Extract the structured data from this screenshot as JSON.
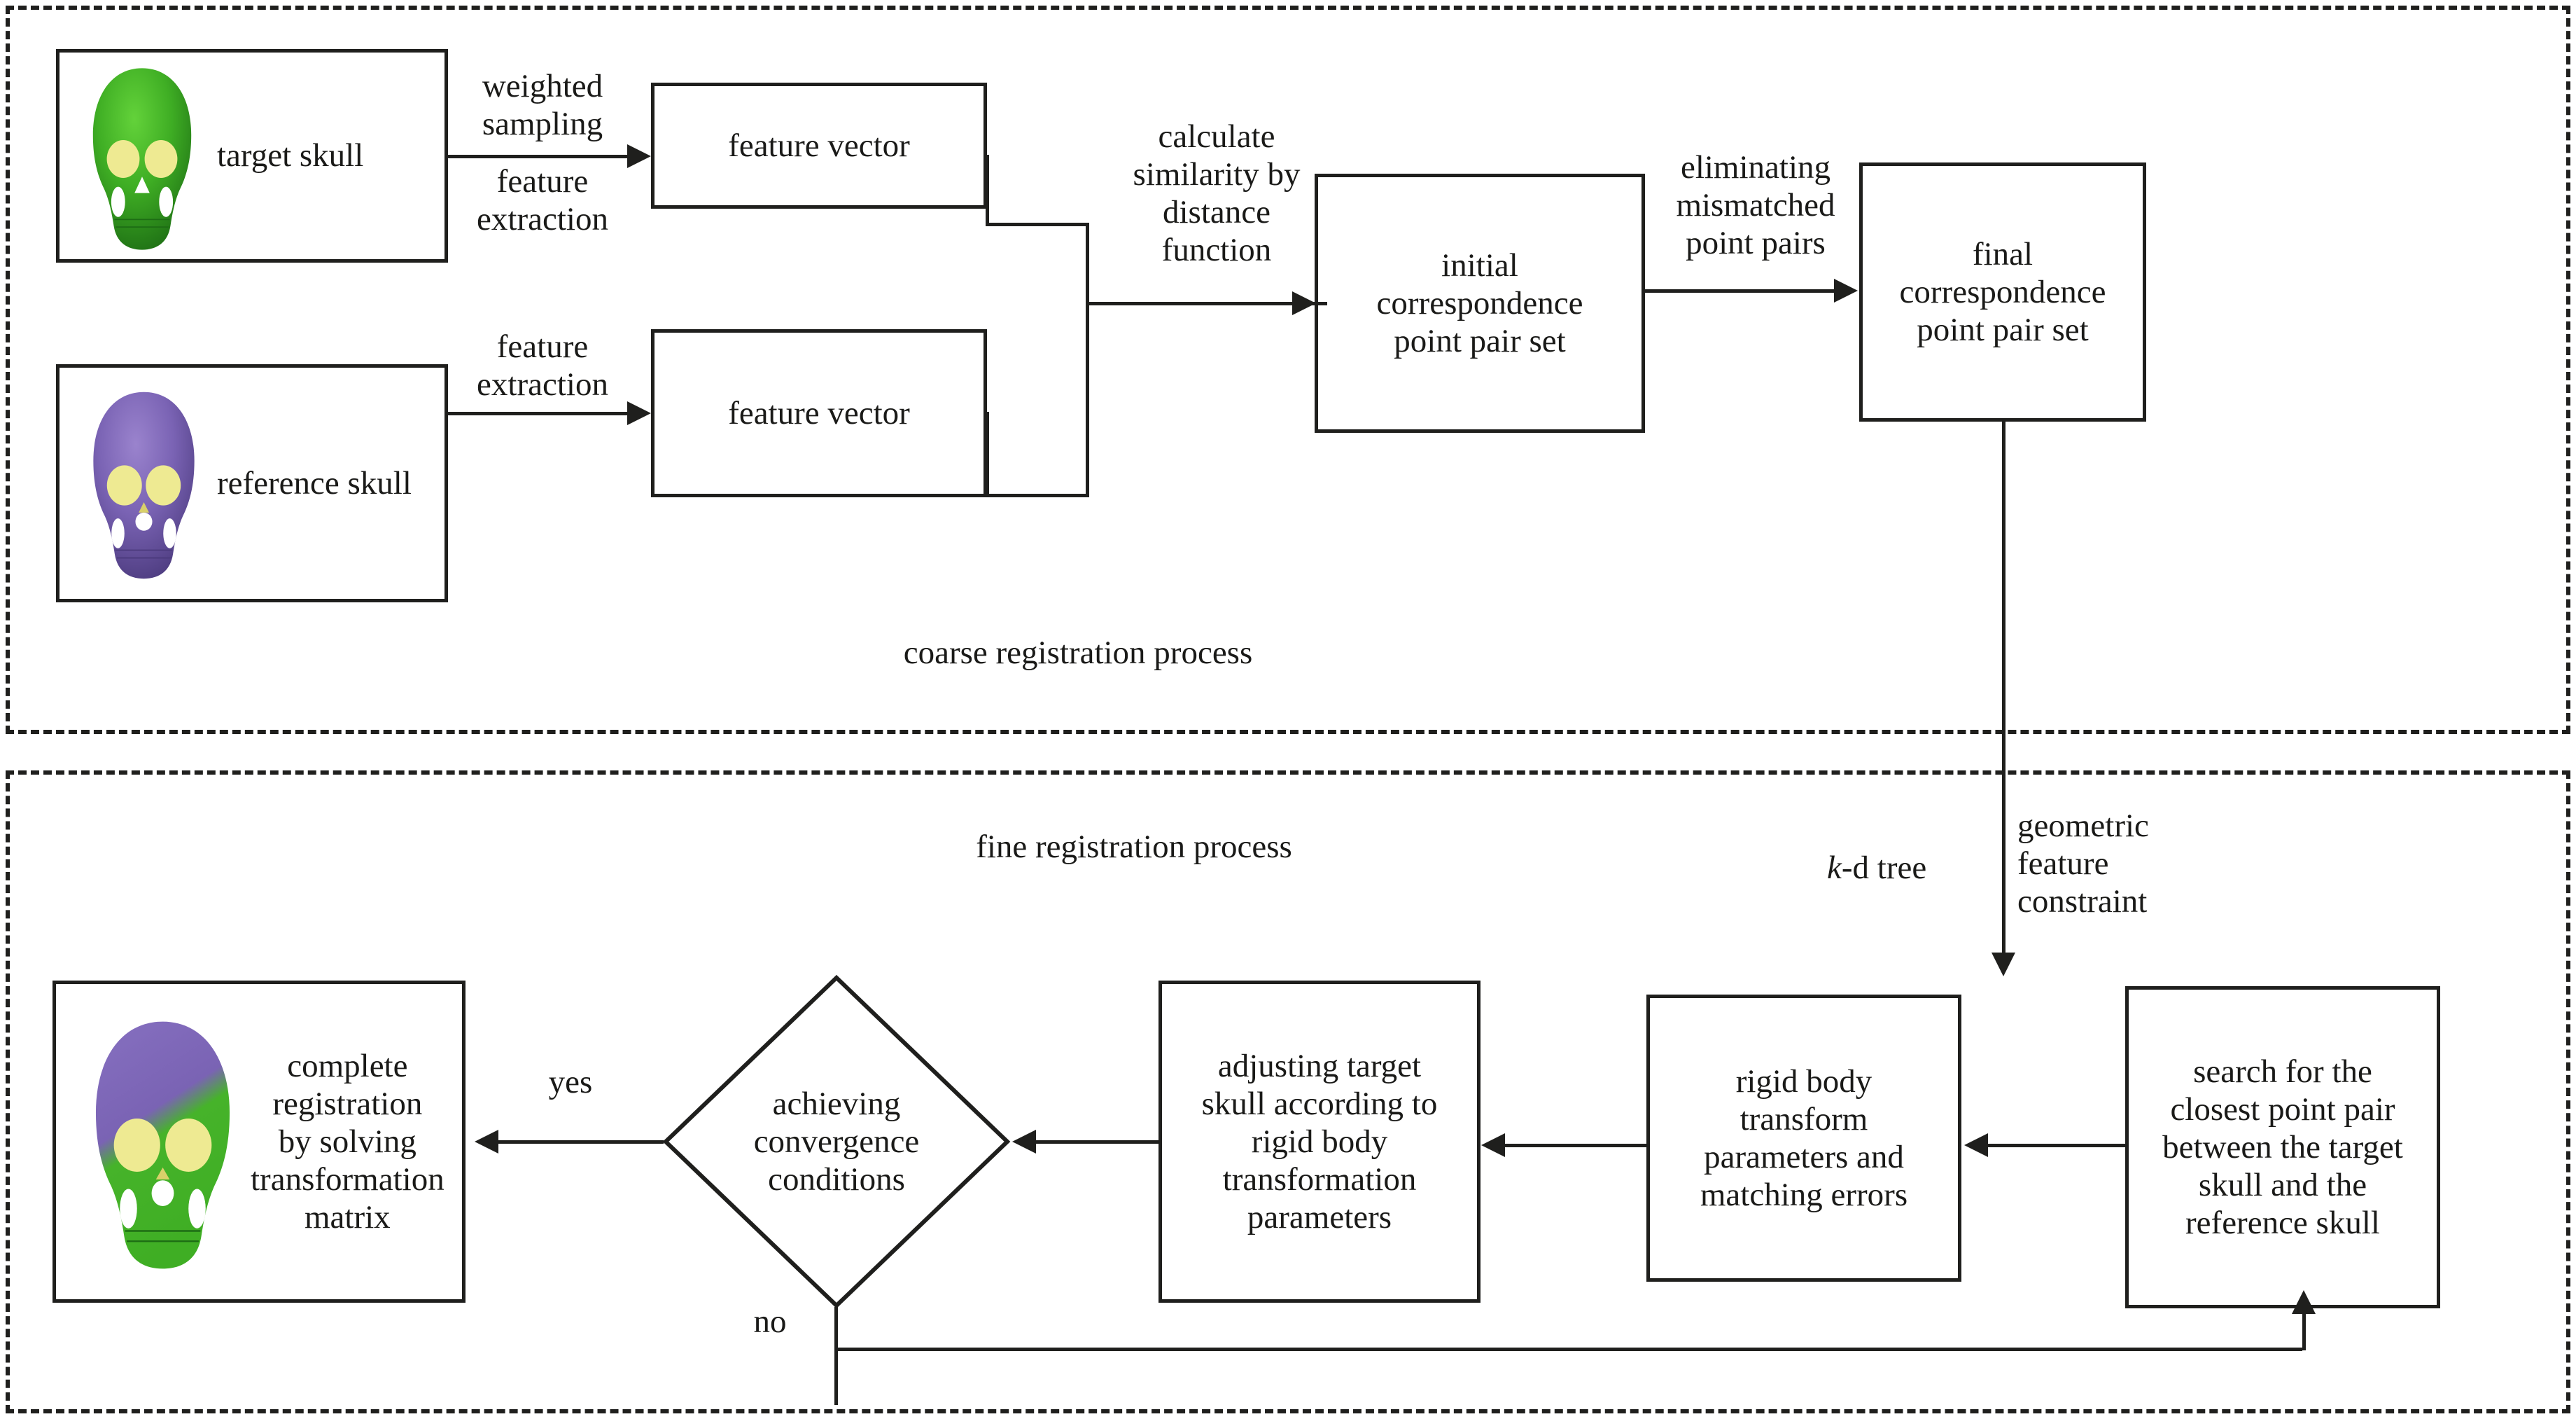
{
  "figure": {
    "title": "skull coarse-to-fine registration flowchart",
    "panels": [
      {
        "id": "coarse",
        "label": "coarse registration process"
      },
      {
        "id": "fine",
        "label": "fine registration process"
      }
    ]
  },
  "colors": {
    "stroke": "#1f1f1d",
    "background": "#ffffff",
    "target_skull_green": "#3fae24",
    "reference_skull_purple": "#7a63b4",
    "orbit_yellow": "#eeea92"
  },
  "coarse": {
    "boxes": {
      "target_skull": {
        "label": "target skull",
        "image": "green-skull-render"
      },
      "reference_skull": {
        "label": "reference skull",
        "image": "purple-skull-render"
      },
      "feature_vector_top": {
        "label": "feature vector"
      },
      "feature_vector_bottom": {
        "label": "feature vector"
      },
      "initial_set": {
        "label": "initial\ncorrespondence\npoint pair set"
      },
      "final_set": {
        "label": "final\ncorrespondence\npoint pair set"
      }
    },
    "edge_labels": {
      "weighted_sampling": "weighted\nsampling",
      "feature_extraction_top": "feature\nextraction",
      "feature_extraction_bottom": "feature\nextraction",
      "calculate_similarity": "calculate\nsimilarity by\ndistance\nfunction",
      "eliminating_mismatched": "eliminating\nmismatched\npoint pairs"
    },
    "panel_label": "coarse registration process"
  },
  "fine": {
    "panel_label": "fine registration process",
    "boxes": {
      "search_closest": {
        "label": "search for the\nclosest point pair\nbetween the target\nskull and the\nreference skull"
      },
      "rigid_body": {
        "label": "rigid body\ntransform\nparameters and\nmatching errors"
      },
      "adjusting_target": {
        "label": "adjusting target\nskull according to\nrigid body\ntransformation\nparameters"
      },
      "complete_registration": {
        "label": "complete\nregistration\nby solving\ntransformation\nmatrix",
        "image": "registered-skull-render"
      }
    },
    "decision": {
      "label": "achieving\nconvergence\nconditions"
    },
    "edge_labels": {
      "kd_tree_prefix": "k",
      "kd_tree_suffix": "-d tree",
      "geometric_feature_constraint": "geometric\nfeature\nconstraint",
      "yes": "yes",
      "no": "no"
    }
  }
}
